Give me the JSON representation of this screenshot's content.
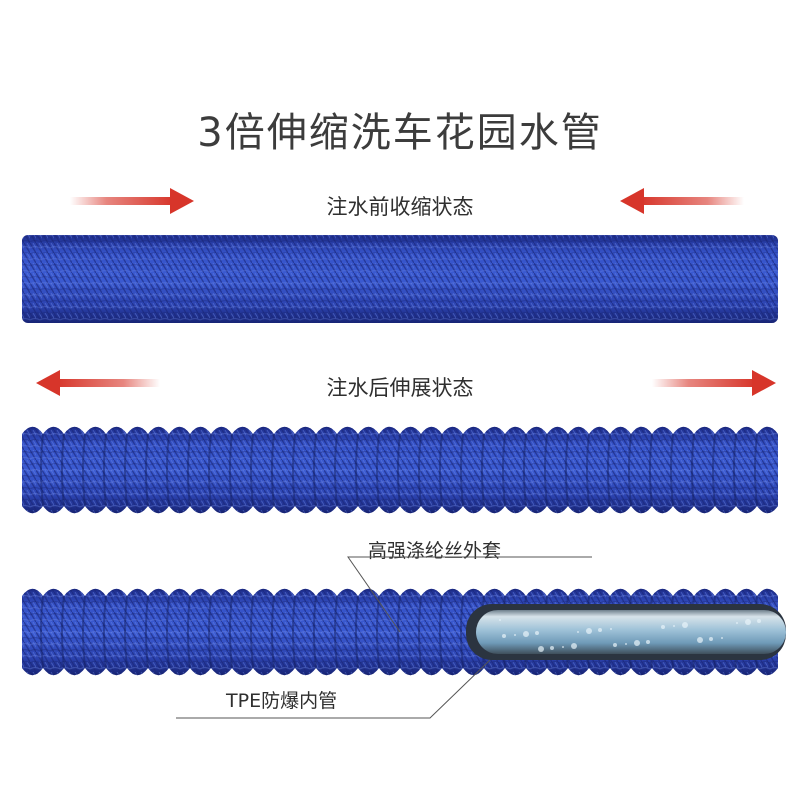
{
  "title": "3倍伸缩洗车花园水管",
  "contracted": {
    "label": "注水前收缩状态"
  },
  "expanded": {
    "label": "注水后伸展状态"
  },
  "callouts": {
    "outer": "高强涤纶丝外套",
    "inner": "TPE防爆内管"
  },
  "colors": {
    "hose_blue": "#2e46b4",
    "hose_dark": "#1a2a7a",
    "arrow_red": "#d7352a"
  }
}
